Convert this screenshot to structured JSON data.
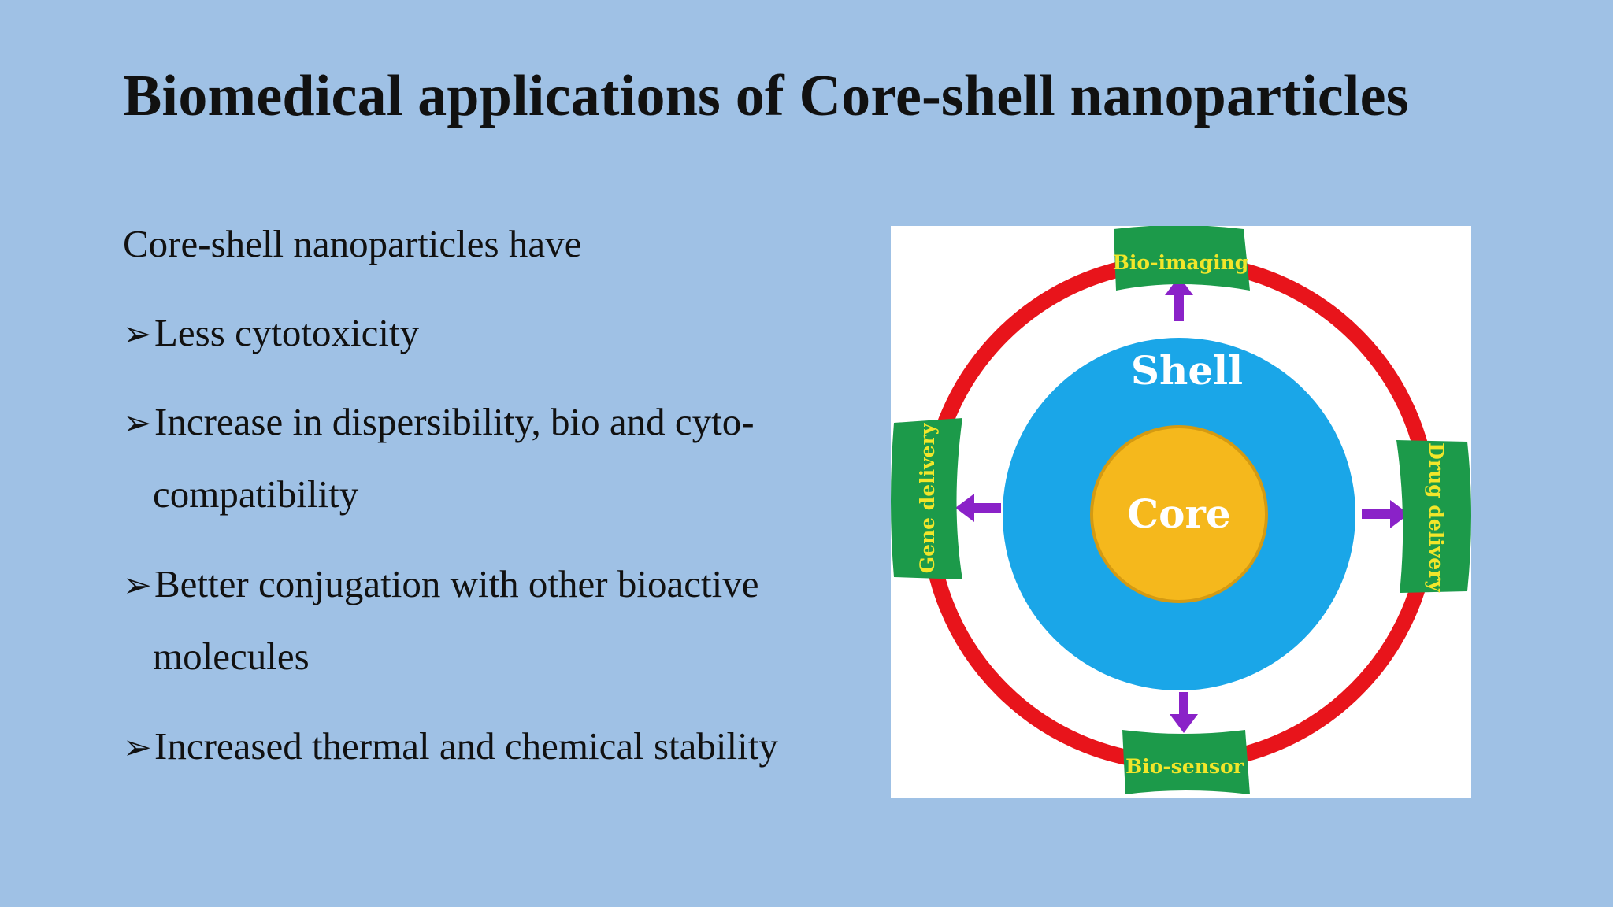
{
  "slide": {
    "title": "Biomedical applications of Core-shell nanoparticles",
    "intro": "Core-shell nanoparticles have",
    "bullet_marker": "➢",
    "bullets": [
      {
        "line1": "Less cytotoxicity",
        "line2": ""
      },
      {
        "line1": "Increase in dispersibility, bio and cyto-",
        "line2": "compatibility"
      },
      {
        "line1": "Better conjugation with other bioactive",
        "line2": "molecules"
      },
      {
        "line1": "Increased thermal and chemical stability",
        "line2": ""
      }
    ]
  },
  "diagram": {
    "core_label": "Core",
    "shell_label": "Shell",
    "applications": {
      "top": "Bio-imaging",
      "right": "Drug delivery",
      "bottom": "Bio-sensor",
      "left": "Gene delivery"
    },
    "colors": {
      "background": "#9fc1e5",
      "ring": "#e8141b",
      "shell": "#1aa6e8",
      "core": "#f5b81c",
      "core_border": "#d49a12",
      "tab": "#1c9a4a",
      "tab_text": "#f2e62a",
      "arrow": "#8a22c8",
      "label_text": "#ffffff"
    }
  }
}
